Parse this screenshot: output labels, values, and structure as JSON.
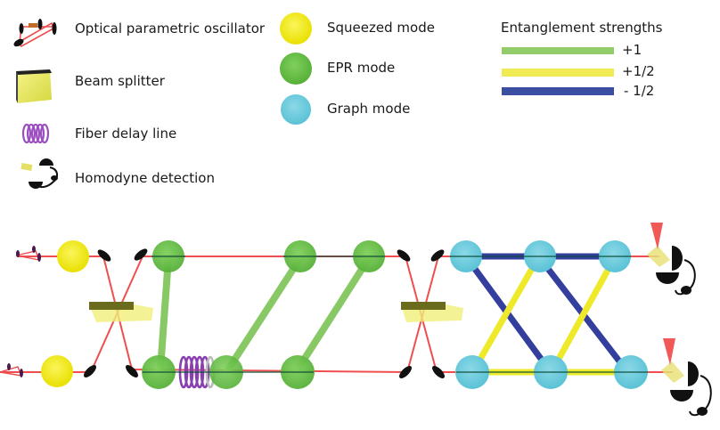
{
  "legend_components": [
    {
      "icon": "opo-icon",
      "label": "Optical parametric oscillator"
    },
    {
      "icon": "beam-splitter-icon",
      "label": "Beam splitter"
    },
    {
      "icon": "fiber-delay-line-icon",
      "label": "Fiber delay line"
    },
    {
      "icon": "homodyne-detection-icon",
      "label": "Homodyne detection"
    }
  ],
  "legend_modes": [
    {
      "label": "Squeezed mode",
      "color": "#f2ec1f"
    },
    {
      "label": "EPR mode",
      "color": "#6cc04a"
    },
    {
      "label": "Graph mode",
      "color": "#6ccbdc"
    }
  ],
  "entanglement": {
    "title": "Entanglement strengths",
    "items": [
      {
        "label": "+1",
        "color": "#93cc6a"
      },
      {
        "label": "+1/2",
        "color": "#f0ea55"
      },
      {
        "label": "- 1/2",
        "color": "#3b4ea2"
      }
    ]
  },
  "colors": {
    "beam": "#ee3b3b",
    "squeezed": "#f2ec1f",
    "epr": "#6cc04a",
    "graph": "#6ccbdc",
    "fiber": "#8a3fb0",
    "bs": "#eaea70"
  }
}
